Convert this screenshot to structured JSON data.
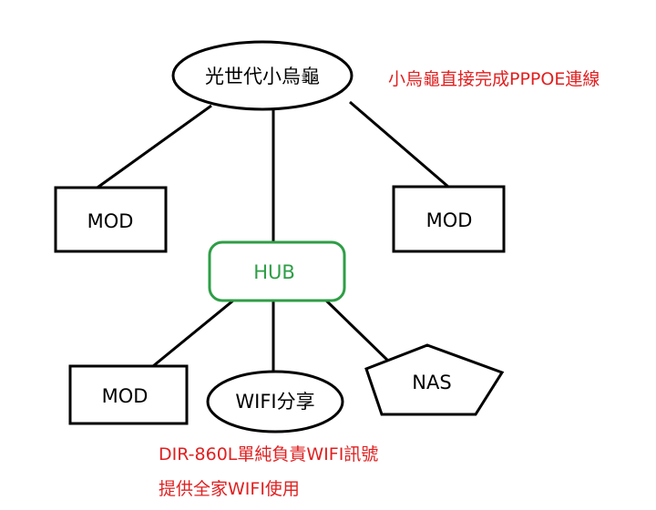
{
  "nodes": {
    "root": "光世代小烏龜",
    "mod_left": "MOD",
    "mod_right": "MOD",
    "hub": "HUB",
    "mod_bottom": "MOD",
    "wifi": "WIFI分享",
    "nas": "NAS"
  },
  "annotations": {
    "pppoe": "小烏龜直接完成PPPOE連線",
    "router_line1": "DIR-860L單純負責WIFI訊號",
    "router_line2": "提供全家WIFI使用"
  },
  "colors": {
    "annotation": "#e02020",
    "hub": "#2e9e46",
    "outline": "#000000"
  }
}
